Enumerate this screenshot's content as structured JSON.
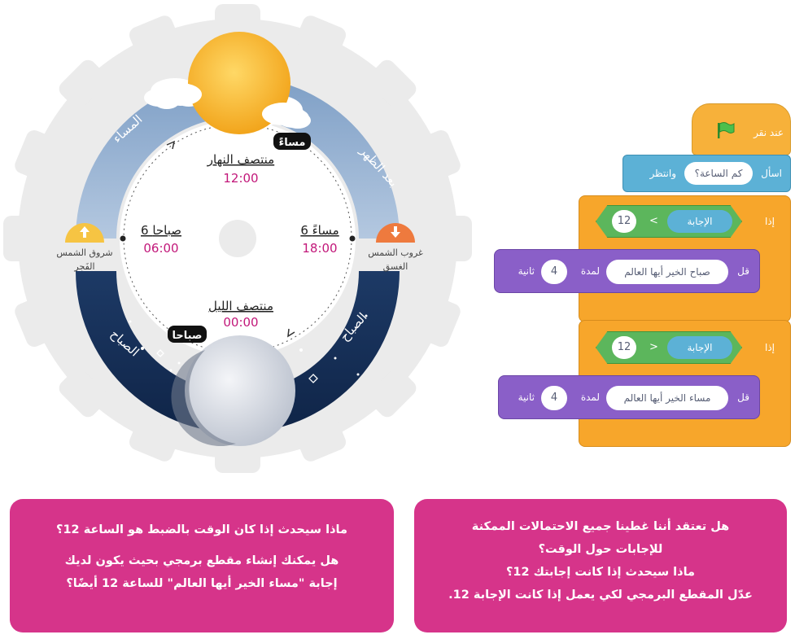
{
  "clock": {
    "noon_label": "منتصف النهار",
    "noon_time": "12:00",
    "midnight_label": "منتصف الليل",
    "midnight_time": "00:00",
    "six_pm_label": "6 مساءً",
    "six_pm_time": "18:00",
    "six_am_label": "6 صباحا",
    "six_am_time": "06:00",
    "evening_badge": "مساءً",
    "morning_badge": "صباحا",
    "sunset_label": "غروب الشمس",
    "dusk_label": "الغسق",
    "sunrise_label": "شروق الشمس",
    "dawn_label": "الفَجر",
    "arc_evening": "المساء",
    "arc_afternoon": "بعد الظهر",
    "arc_morning_right": "الصباح",
    "arc_morning_left": "الصباح"
  },
  "code": {
    "when_flag": "عند نقر",
    "ask": "اسأل",
    "ask_text": "كم الساعة؟",
    "and_wait": "وانتظر",
    "if1": "إذا",
    "answer1": "الإجابة",
    "op1": "<",
    "value1": "12",
    "say1": "قل",
    "say1_text": "صباح الخير أيها العالم",
    "for1": "لمدة",
    "secs1_value": "4",
    "seconds1": "ثانية",
    "if2": "إذا",
    "answer2": "الإجابة",
    "op2": ">",
    "value2": "12",
    "say2": "قل",
    "say2_text": "مساء الخير أيها العالم",
    "for2": "لمدة",
    "secs2_value": "4",
    "seconds2": "ثانية"
  },
  "questions": {
    "right_box": [
      "هل تعتقد أننا غطينا جميع الاحتمالات الممكنة",
      "للإجابات حول الوقت؟",
      "ماذا سيحدث إذا كانت إجابتك 12؟",
      "عدّل المقطع البرمجي لكي يعمل إذا كانت الإجابة 12."
    ],
    "left_box": [
      "ماذا سيحدث إذا كان الوقت بالضبط هو الساعة 12؟",
      "هل يمكنك إنشاء مقطع برمجي بحيث يكون لديك",
      "إجابة \"مساء الخير أيها العالم\" للساعة 12 أيضًا؟"
    ]
  },
  "colors": {
    "event": "#f7b13a",
    "sensing": "#5cb1d6",
    "control": "#f7a62b",
    "looks": "#8a5fc8",
    "operator": "#5cb65c",
    "question_box": "#d6348a",
    "time_magenta": "#c2187a"
  }
}
